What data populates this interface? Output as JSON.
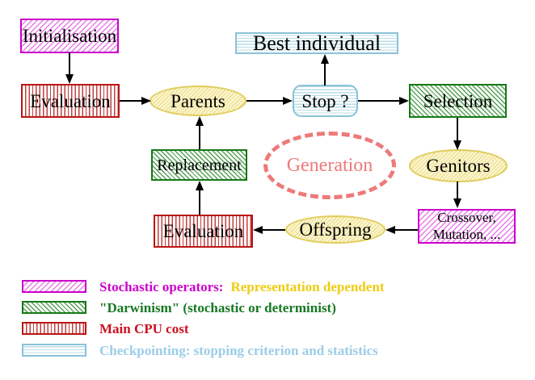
{
  "nodes": {
    "initialisation": "Initialisation",
    "evaluation_top": "Evaluation",
    "parents": "Parents",
    "stop": "Stop ?",
    "best_individual": "Best individual",
    "selection": "Selection",
    "genitors": "Genitors",
    "crossover_line1": "Crossover,",
    "crossover_line2": "Mutation, ...",
    "offspring": "Offspring",
    "evaluation_bottom": "Evaluation",
    "replacement": "Replacement",
    "generation": "Generation"
  },
  "legend": {
    "stochastic_label": "Stochastic operators:",
    "stochastic_extra": "Representation dependent",
    "darwinism_label": "\"Darwinism\" (stochastic or determinist)",
    "cpu_label": "Main CPU cost",
    "checkpoint_label": "Checkpointing: stopping criterion and statistics"
  },
  "colors": {
    "magenta": "#cc00cc",
    "red_stripe": "#c24040",
    "red_border": "#bb1515",
    "green": "#157815",
    "cyan": "#8ac2d8",
    "yellow": "#e0cc58",
    "salmon": "#ee7979",
    "gold_text": "#eecc11",
    "arrow_black": "#000000"
  }
}
